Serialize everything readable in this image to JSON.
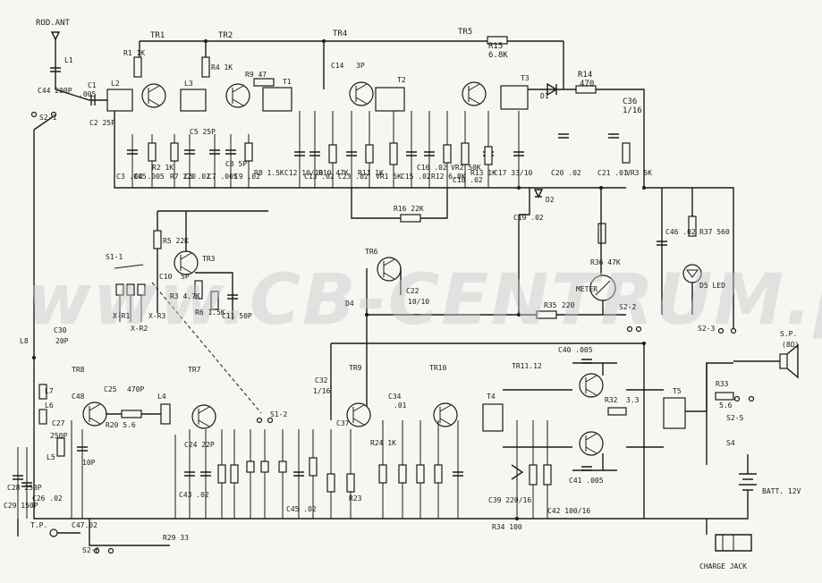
{
  "watermark": "www.CB-CENTRUM.pl",
  "top_labels": {
    "rod_ant": "ROD.ANT",
    "tr1": "TR1",
    "tr2": "TR2",
    "tr4": "TR4",
    "tr5": "TR5"
  },
  "components": {
    "r15": "R15",
    "r15_val": "6.8K",
    "r14": "R14",
    "r14_val": "470",
    "c36": "C36",
    "c36_val": "1/16",
    "l1": "L1",
    "c44": "C44 200P",
    "c1": "C1",
    "c1_val": ".005",
    "s2_1": "S2-1",
    "l2": "L2",
    "r1": "R1 1K",
    "l3": "L3",
    "r4": "R4 1K",
    "c2": "C2 25P",
    "r9": "R9 47",
    "t1": "T1",
    "c14": "C14",
    "c14_val": "3P",
    "t2": "T2",
    "t3": "T3",
    "d1": "D1",
    "c3": "C3 .005",
    "c4": "C4 .005",
    "r2": "R2 1K",
    "r7": "R7 220",
    "c5": "C5 25P",
    "c6": "C6 .02",
    "c7": "C7 .005",
    "c8": "C8 5P",
    "c9": "C9 .02",
    "r8": "R8 1.5K",
    "c12": "C12 10/10",
    "c13": "C13 .02",
    "r10": "R10 47K",
    "c23": "C23 .02",
    "r11": "R11 1K",
    "vr1": "VR1 5K",
    "c15": "C15 .02",
    "c16": "C16 .02",
    "r12": "R12 6.8K",
    "vr2": "VR2 50K",
    "c18": "C18 .02",
    "r13": "R13 1K",
    "c17": "C17 33/10",
    "c20": "C20 .02",
    "c21": "C21 .01",
    "vr3": "VR3 5K",
    "d2": "D2",
    "r16": "R16 22K",
    "c19": "C19 .02",
    "s1_1": "S1-1",
    "r5": "R5 22K",
    "tr3": "TR3",
    "x_r1": "X-R1",
    "x_r2": "X-R2",
    "x_r3": "X-R3",
    "c10": "C10",
    "c10_val": "5P",
    "r3": "R3 4.7K",
    "r6": "R6 1.5K",
    "c11": "C11 50P",
    "tr6": "TR6",
    "c22": "C22",
    "c22_val": "10/10",
    "d4": "D4",
    "r36": "R36 47K",
    "c46": "C46 .02",
    "r37": "R37 560",
    "meter": "METER",
    "d5": "D5 LED",
    "r35": "R35",
    "r35_val": "220",
    "s2_2": "S2-2",
    "s2_3": "S2-3",
    "l8": "L8",
    "c30": "C30",
    "c30_val": "20P",
    "tr8": "TR8",
    "tr7": "TR7",
    "tr9": "TR9",
    "tr10": "TR10",
    "tr11_12": "TR11.12",
    "c40": "C40 .005",
    "sp": "S.P.",
    "sp_val": "(8Ω)",
    "l7": "L7",
    "l6": "L6",
    "c27": "C27",
    "c27_val": "250P",
    "c48": "C48",
    "c25": "C25",
    "c25_val": "470P",
    "l4": "L4",
    "r20": "R20 5.6",
    "c24": "C24 22P",
    "c32": "C32",
    "c32_val": "1/16",
    "c34": "C34",
    "c34_val": ".01",
    "t4": "T4",
    "r32": "R32",
    "r32_val": "3.3",
    "t5": "T5",
    "r33": "R33",
    "r33_val": "5.6",
    "s2_5": "S2-5",
    "l5": "L5",
    "c49": "10P",
    "c43": "C43 .02",
    "c26": "C26 .02",
    "c28": "C28 250P",
    "c29": "C29 150P",
    "s1_2": "S1-2",
    "c45": "C45 .02",
    "r23": "R23",
    "c37": "C37",
    "r24": "R24 1K",
    "c41": "C41 .005",
    "s4": "S4",
    "batt": "BATT. 12V",
    "tp": "T.P.",
    "c47": "C47.02",
    "s2_6": "S2-6",
    "r29": "R29 33",
    "c42": "C42 100/16",
    "r34": "R34 100",
    "c39": "C39 220/16",
    "charge_jack": "CHARGE JACK"
  }
}
